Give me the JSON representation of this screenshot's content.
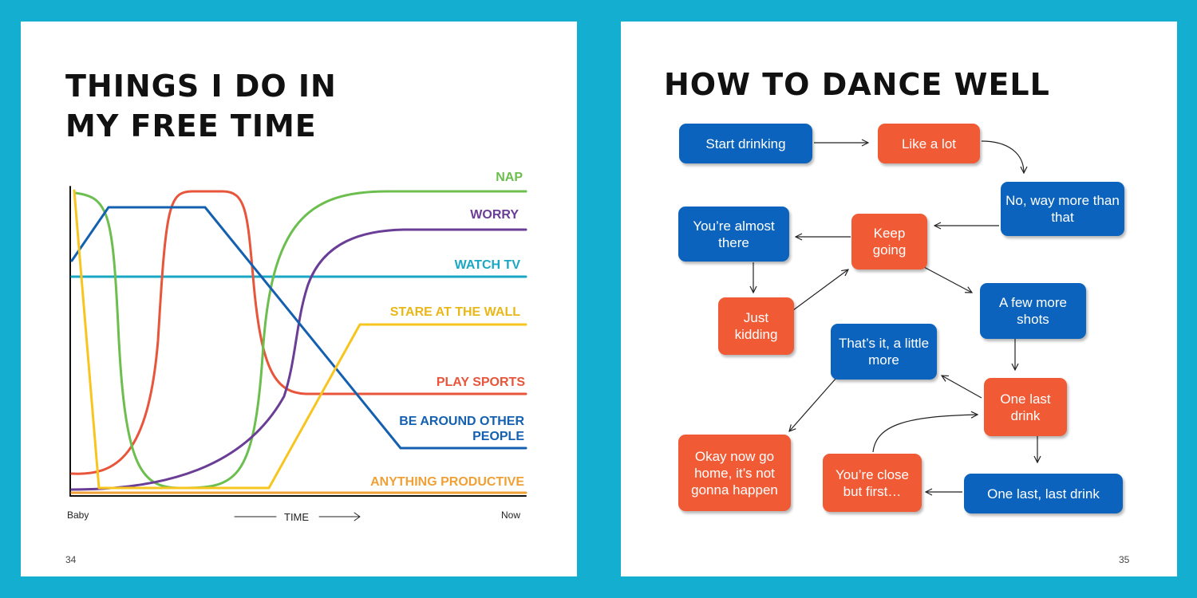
{
  "left_page": {
    "title_line1": "THINGS I DO IN",
    "title_line2": "MY FREE TIME",
    "page_number": "34",
    "x_start_label": "Baby",
    "x_mid_label": "TIME",
    "x_end_label": "Now"
  },
  "chart_data": {
    "type": "line",
    "xlabel": "TIME",
    "x_tick_labels": [
      "Baby",
      "Now"
    ],
    "series": [
      {
        "name": "NAP",
        "color": "#6cbe4e"
      },
      {
        "name": "WORRY",
        "color": "#6a3d96"
      },
      {
        "name": "WATCH TV",
        "color": "#1aa7c4"
      },
      {
        "name": "STARE AT THE WALL",
        "color": "#f7c51e"
      },
      {
        "name": "PLAY SPORTS",
        "color": "#e8553a"
      },
      {
        "name": "BE AROUND OTHER PEOPLE",
        "color": "#1460b0"
      },
      {
        "name": "ANYTHING PRODUCTIVE",
        "color": "#f0a034"
      }
    ]
  },
  "right_page": {
    "title": "HOW TO DANCE WELL",
    "page_number": "35",
    "nodes": [
      {
        "label": "Start drinking",
        "color": "blue"
      },
      {
        "label": "Like a lot",
        "color": "orange"
      },
      {
        "label": "No, way more than that",
        "color": "blue"
      },
      {
        "label": "Keep going",
        "color": "orange"
      },
      {
        "label": "You’re almost there",
        "color": "blue"
      },
      {
        "label": "Just kidding",
        "color": "orange"
      },
      {
        "label": "A few more shots",
        "color": "blue"
      },
      {
        "label": "That’s it, a little more",
        "color": "blue"
      },
      {
        "label": "One last drink",
        "color": "orange"
      },
      {
        "label": "Okay now go home, it’s not gonna happen",
        "color": "orange"
      },
      {
        "label": "You’re close but first…",
        "color": "orange"
      },
      {
        "label": "One last, last drink",
        "color": "blue"
      }
    ]
  }
}
